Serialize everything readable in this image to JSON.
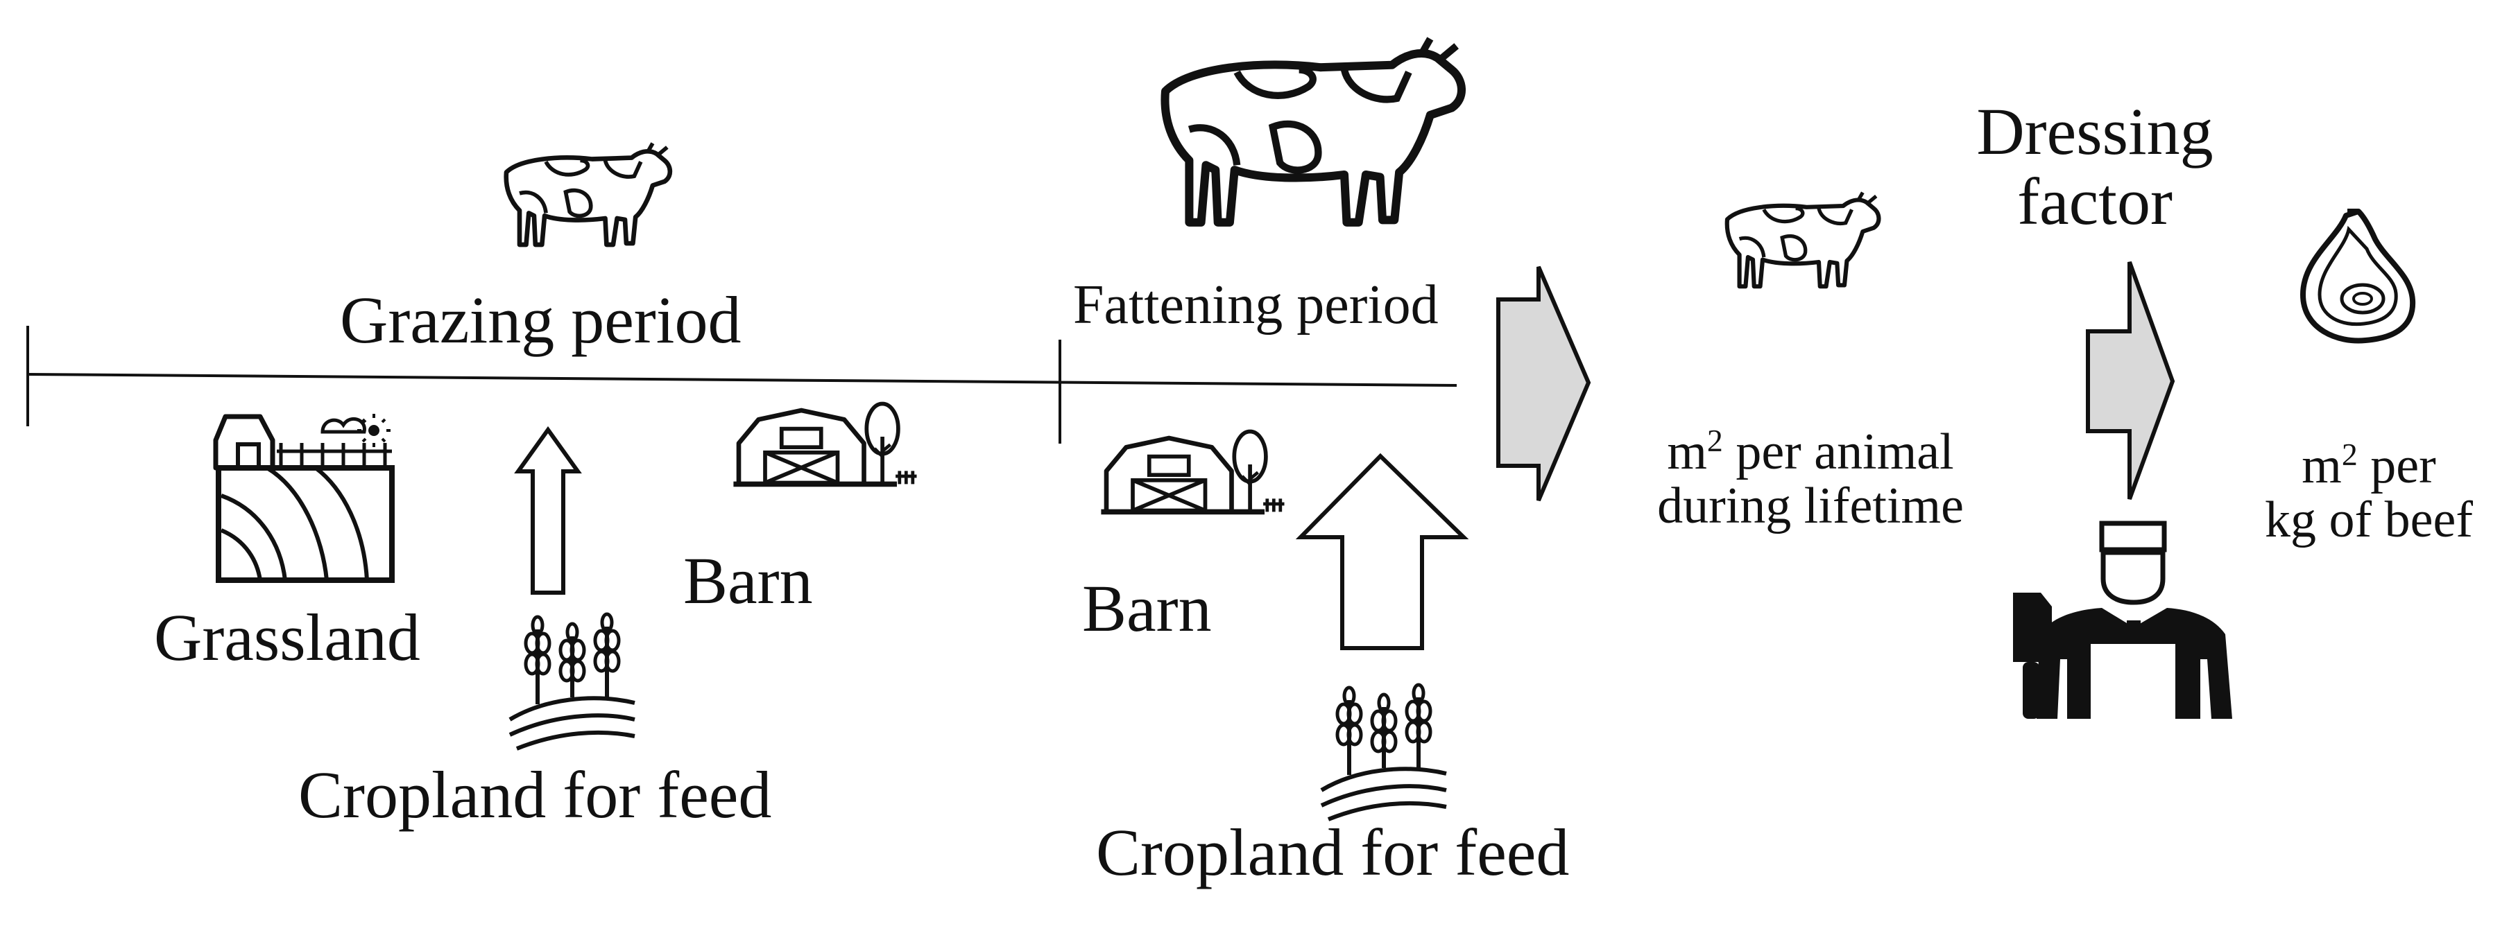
{
  "diagram": {
    "stages": {
      "grazing": {
        "title": "Grazing period",
        "inputs": {
          "grassland": "Grassland",
          "barn": "Barn",
          "cropland": "Cropland for feed"
        }
      },
      "fattening": {
        "title": "Fattening period",
        "inputs": {
          "barn": "Barn",
          "cropland": "Cropland for feed"
        }
      }
    },
    "dressing": {
      "line1": "Dressing",
      "line2": "factor"
    },
    "result_animal": {
      "unit_base": "m",
      "unit_exp": "2",
      "line1_rest": " per animal",
      "line2": "during lifetime"
    },
    "result_beef": {
      "unit_base": "m",
      "unit_exp": "2",
      "line1_rest": " per",
      "line2": "kg of beef"
    },
    "icons": [
      "cow-small-icon",
      "cow-large-icon",
      "cow-small-icon",
      "meat-cut-icon",
      "grassland-farm-icon",
      "barn-icon",
      "barn-icon",
      "crop-plants-icon",
      "crop-plants-icon",
      "butcher-icon",
      "arrow-up-icon",
      "arrow-right-icon"
    ],
    "colors": {
      "arrow_fill": "#d9d9d9",
      "stroke": "#111111",
      "background": "#ffffff"
    }
  }
}
